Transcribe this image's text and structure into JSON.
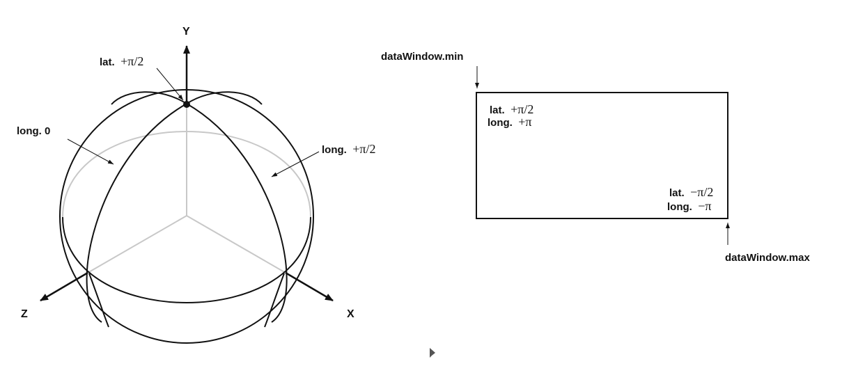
{
  "sphere": {
    "axes": {
      "y": "Y",
      "x": "X",
      "z": "Z"
    },
    "annotations": {
      "pole": {
        "word": "lat.",
        "value": "+π/2"
      },
      "long_zero": {
        "text": "long. 0"
      },
      "long_half_pi": {
        "word": "long.",
        "value": "+π/2"
      }
    }
  },
  "data_window": {
    "min_label": "dataWindow.min",
    "max_label": "dataWindow.max",
    "top_left": {
      "lat_word": "lat.",
      "lat_value": "+π/2",
      "long_word": "long.",
      "long_value": "+π"
    },
    "bottom_right": {
      "lat_word": "lat.",
      "lat_value": "−π/2",
      "long_word": "long.",
      "long_value": "−π"
    }
  },
  "colors": {
    "ink": "#111111",
    "hidden_line": "#c8c8c8"
  },
  "cursor": {
    "icon": "mouse-pointer-icon"
  }
}
